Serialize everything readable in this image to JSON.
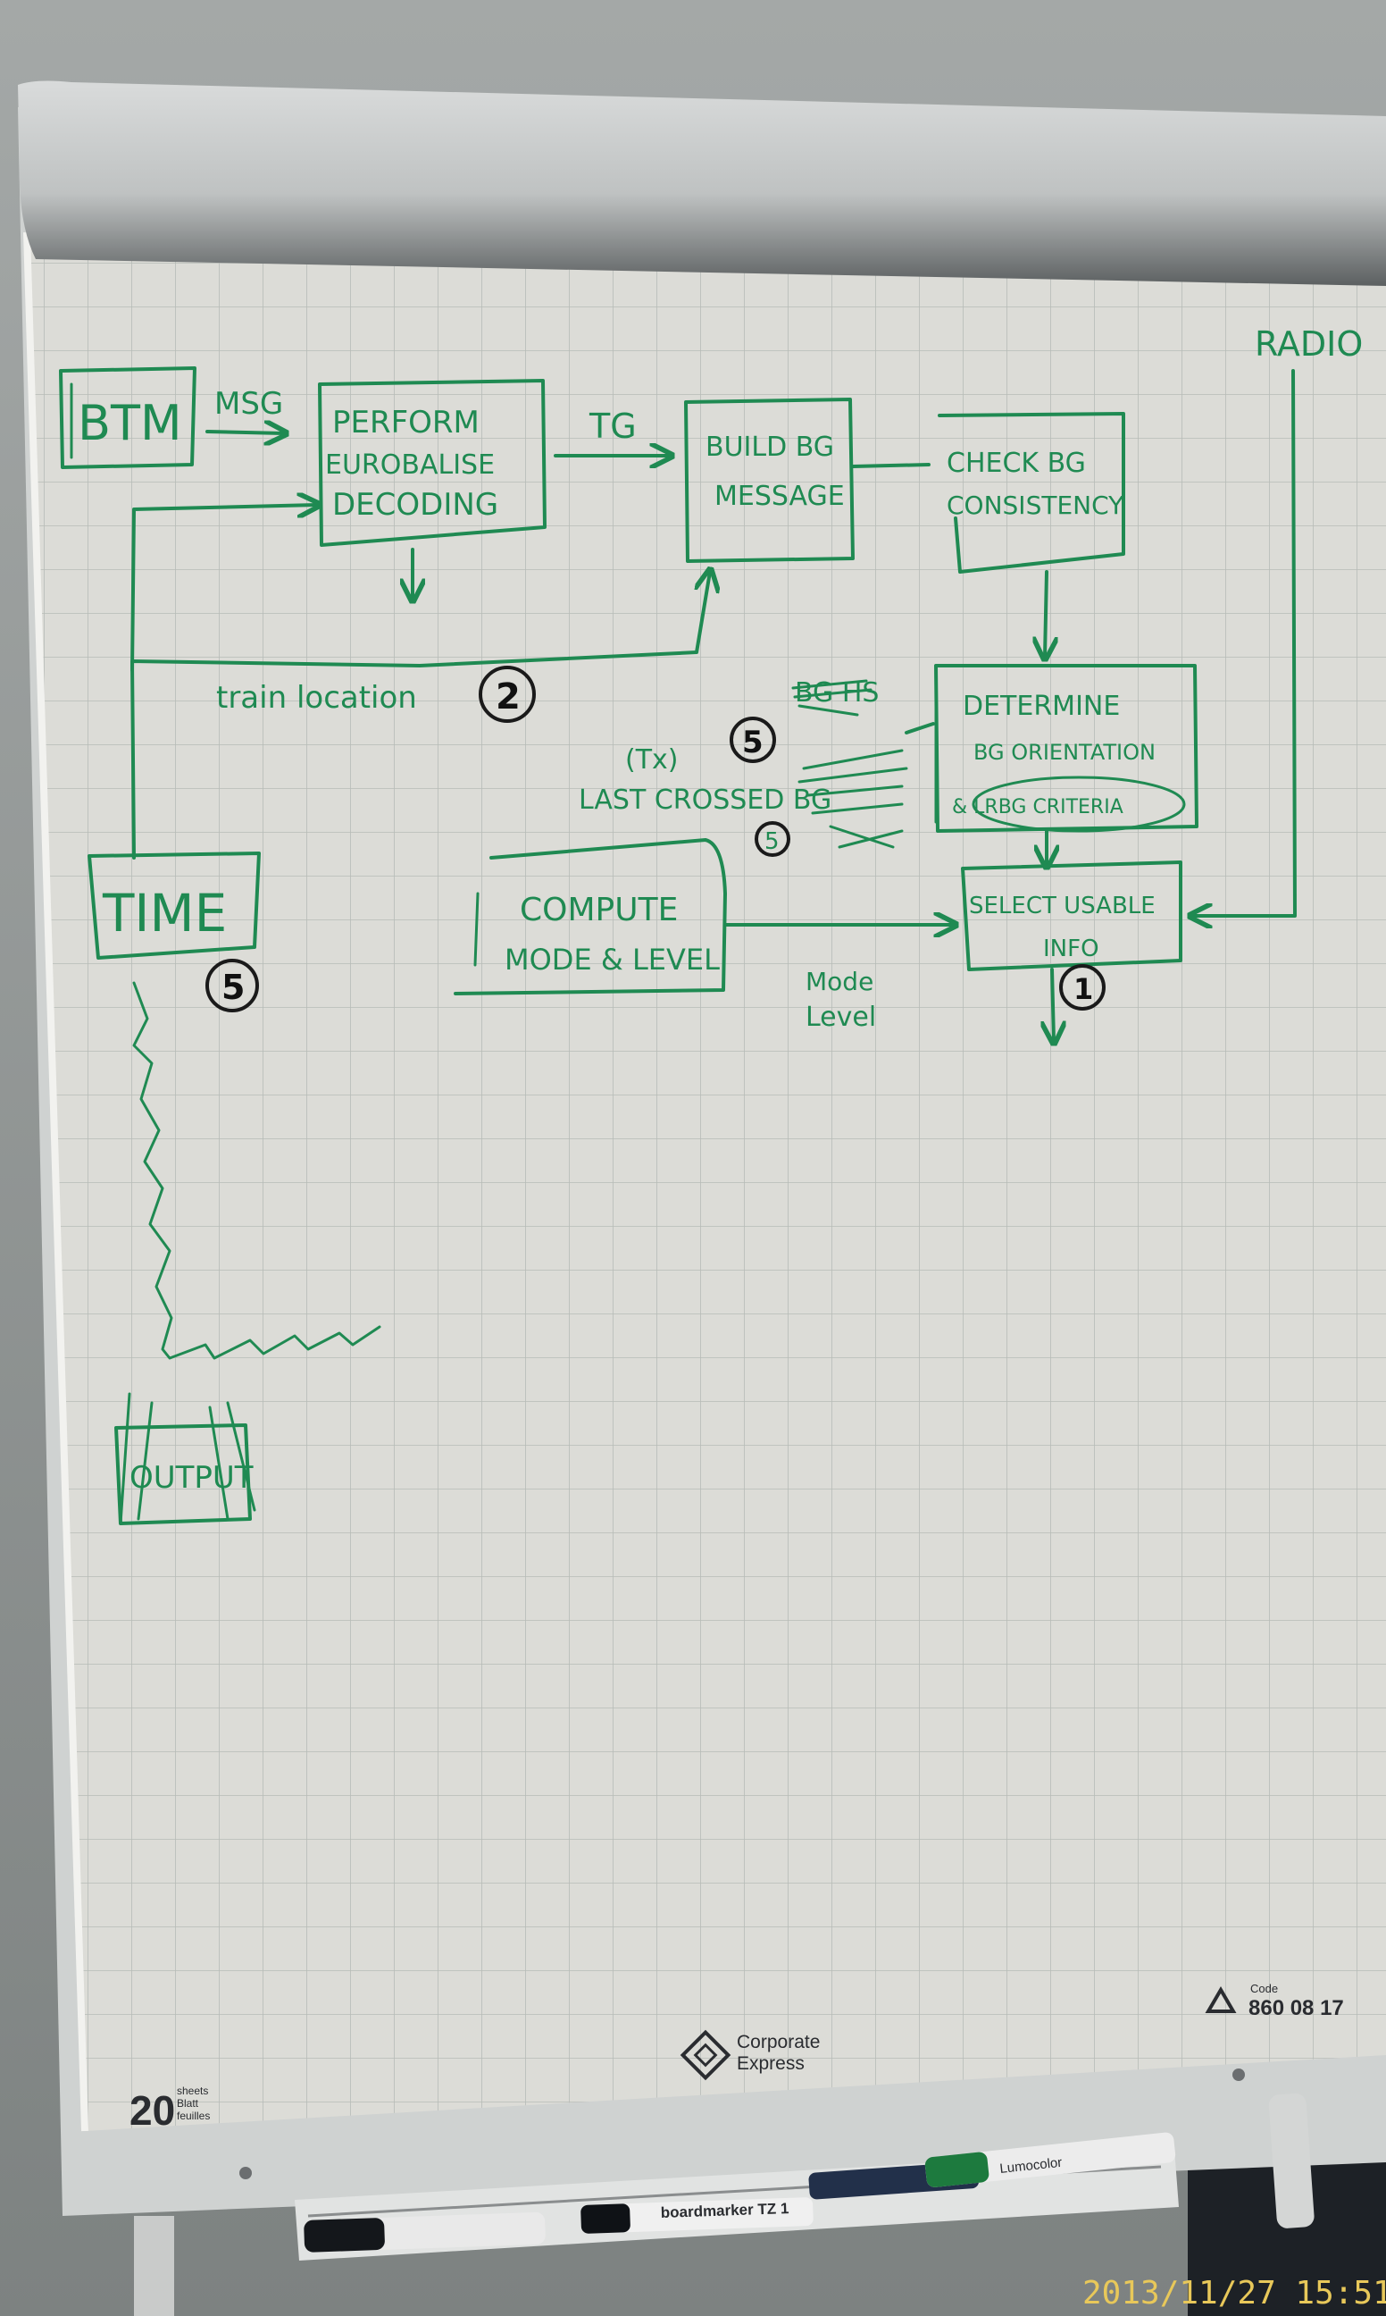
{
  "diagram": {
    "nodes": {
      "btm": "BTM",
      "perform": [
        "PERFORM",
        "EUROBALISE",
        "DECODING"
      ],
      "build": [
        "BUILD BG",
        "MESSAGE"
      ],
      "check": [
        "CHECK BG",
        "CONSISTENCY"
      ],
      "determine": [
        "DETERMINE",
        "BG ORIENTATION",
        "& LRBG CRITERIA"
      ],
      "time": "TIME",
      "compute": [
        "COMPUTE",
        "MODE & LEVEL"
      ],
      "select": [
        "SELECT USABLE",
        "INFO"
      ],
      "output": "OUTPUT"
    },
    "labels": {
      "msg": "MSG",
      "tg": "TG",
      "train_location": "train location",
      "radio": "RADIO",
      "tx": "(Tx)",
      "last_crossed": "LAST CROSSED BG",
      "mode_level": [
        "Mode",
        "Level"
      ],
      "crossed_out": "BG HS"
    },
    "badges": {
      "b1": "1",
      "b2": "2",
      "b3": "5",
      "b5a": "5",
      "b5b": "5"
    }
  },
  "paper": {
    "sheets_count": "20",
    "sheets_words": [
      "sheets",
      "Blatt",
      "feuilles"
    ],
    "brand": [
      "Corporate",
      "Express"
    ],
    "code_label": "Code",
    "code_value": "860 08 17",
    "marker_label_1": "boardmarker TZ 1",
    "marker_label_2": "Lumocolor"
  },
  "timestamp": "2013/11/27 15:51",
  "colors": {
    "ink": "#1f8a52",
    "paper": "#dcdcd8",
    "grid": "#b9bdb9",
    "badge": "#111111"
  }
}
